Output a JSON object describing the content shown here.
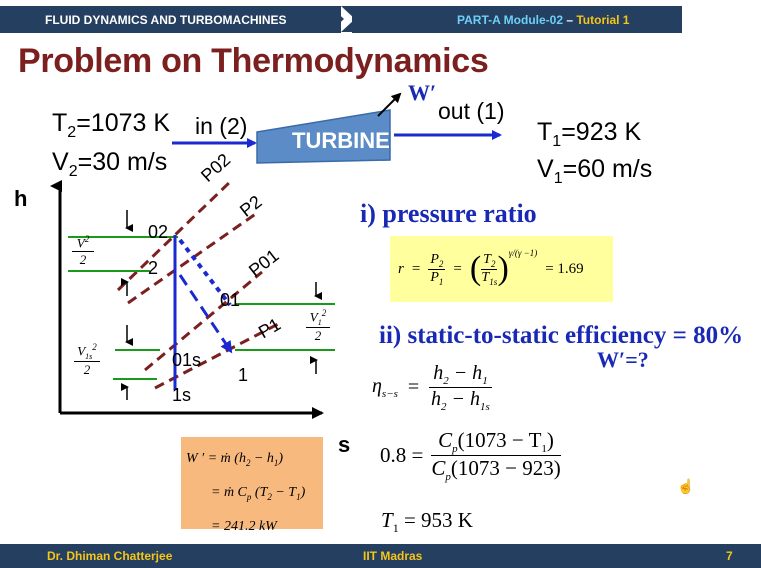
{
  "header": {
    "course": "FLUID DYNAMICS AND TURBOMACHINES",
    "module": "PART-A Module-02",
    "separator": " – ",
    "tutorial": "Tutorial 1"
  },
  "title": "Problem on Thermodynamics",
  "inlet": {
    "T2": "T",
    "T2_sub": "2",
    "T2_val": "=1073 K",
    "V2": "V",
    "V2_sub": "2",
    "V2_val": "=30 m/s"
  },
  "outlet": {
    "T1": "T",
    "T1_sub": "1",
    "T1_val": "=923 K",
    "V1": "V",
    "V1_sub": "1",
    "V1_val": "=60 m/s"
  },
  "turbine": {
    "label": "TURBINE",
    "in_label": "in (2)",
    "out_label": "out (1)",
    "work_label": "W′"
  },
  "diagram": {
    "h_axis": "h",
    "s_axis": "s",
    "p02": "P02",
    "p2": "P2",
    "p01": "P01",
    "p1": "P1",
    "pt_02": "02",
    "pt_2": "2",
    "pt_01": "01",
    "pt_01s": "01s",
    "pt_1": "1",
    "pt_1s": "1s",
    "v2_num": "V",
    "v2_sup": "2",
    "v2_den": "2",
    "v1_num": "V",
    "v1_sub": "1",
    "v1_sup": "2",
    "v1_den": "2",
    "v1s_num": "V",
    "v1s_sub": "1s",
    "v1s_sup": "2",
    "v1s_den": "2"
  },
  "part_i": {
    "heading": "i) pressure ratio",
    "r": "r",
    "P2": "P",
    "P2_sub": "2",
    "P1": "P",
    "P1_sub": "1",
    "T2": "T",
    "T2_sub": "2",
    "T1s": "T",
    "T1s_sub": "1s",
    "exponent": "γ/(γ −1)",
    "value": "= 1.69"
  },
  "part_ii": {
    "heading": "ii) static-to-static efficiency = 80%",
    "w_question": "W′=?",
    "eta": "η",
    "eta_sub": "s−s",
    "num1": "h",
    "num1_a": "2",
    "num1_b": "1",
    "den1_a": "2",
    "den1_b": "1s",
    "eq2_lhs": "0.8 =",
    "eq2_num": "C",
    "eq2_num_sub": "p",
    "eq2_num_paren": "(1073 − T",
    "eq2_num_tsub": "1",
    "eq2_den": "C",
    "eq2_den_sub": "p",
    "eq2_den_paren": "(1073 − 923)",
    "result": "T",
    "result_sub": "1",
    "result_val": "= 953 K"
  },
  "work_box": {
    "line1_lhs": "W ′ =",
    "line1_rhs": "ṁ (h",
    "line2": "= ṁ C",
    "line3": "= 241.2 kW"
  },
  "footer": {
    "author": "Dr. Dhiman Chatterjee",
    "institute": "IIT Madras",
    "page": "7"
  }
}
